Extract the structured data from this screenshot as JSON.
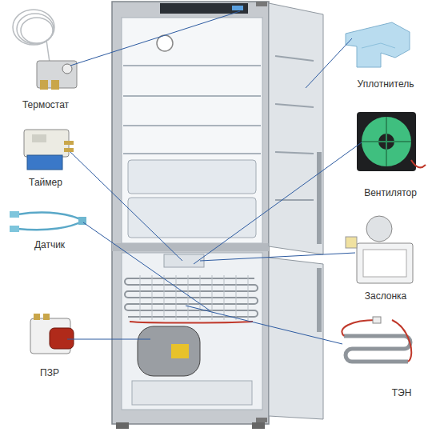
{
  "diagram": {
    "labels": [
      "Термостат",
      "Уплотнитель",
      "Таймер",
      "Вентилятор",
      "Датчик",
      "Заслонка",
      "ПЗР",
      "ТЭН"
    ]
  }
}
